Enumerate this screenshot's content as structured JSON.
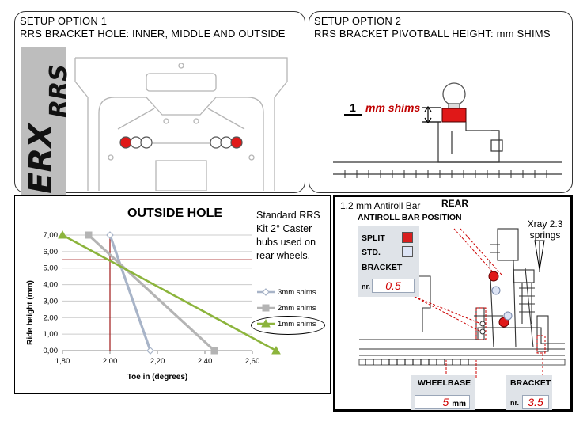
{
  "option1": {
    "title_line1": "SETUP OPTION 1",
    "title_line2": "RRS BRACKET HOLE: INNER, MIDDLE AND OUTSIDE",
    "logo_main": "ERX",
    "logo_sub": "RRS"
  },
  "option2": {
    "title_line1": "SETUP OPTION 2",
    "title_line2": "RRS BRACKET PIVOTBALL HEIGHT: mm SHIMS",
    "shim_value": "1",
    "shim_label": "mm shims"
  },
  "chart_note": "Standard RRS Kit 2° Caster hubs used on rear wheels.",
  "chart_data": {
    "type": "line",
    "title": "OUTSIDE HOLE",
    "xlabel": "Toe in (degrees)",
    "ylabel": "Ride height (mm)",
    "xlim": [
      1.8,
      2.6
    ],
    "ylim": [
      0,
      7
    ],
    "xticks": [
      "1,80",
      "2,00",
      "2,20",
      "2,40",
      "2,60"
    ],
    "yticks": [
      "0,00",
      "1,00",
      "2,00",
      "3,00",
      "4,00",
      "5,00",
      "6,00",
      "7,00"
    ],
    "series": [
      {
        "name": "3mm shims",
        "color": "#a8b4c8",
        "marker": "diamond",
        "points": [
          [
            2.0,
            7.0
          ],
          [
            2.17,
            0.0
          ]
        ]
      },
      {
        "name": "2mm shims",
        "color": "#b4b4b4",
        "marker": "square",
        "points": [
          [
            1.91,
            7.0
          ],
          [
            2.44,
            0.0
          ]
        ]
      },
      {
        "name": "1mm shims",
        "color": "#8cb43c",
        "marker": "triangle",
        "points": [
          [
            1.8,
            7.0
          ],
          [
            2.7,
            0.0
          ]
        ]
      }
    ],
    "reference": {
      "x": 2.0,
      "y": 5.5,
      "color": "#a01818"
    },
    "legend": "right"
  },
  "antiroll": {
    "title": "1.2 mm Antiroll Bar",
    "rear_label": "REAR",
    "position_label": "ANTIROLL BAR POSITION",
    "springs_label": "Xray 2.3 springs",
    "split": "SPLIT",
    "std": "STD.",
    "bracket": "BRACKET",
    "nr": "nr.",
    "bracket_value": "0.5",
    "wheelbase_label": "WHEELBASE",
    "wheelbase_value": "5",
    "wheelbase_unit": "mm",
    "bracket2_label": "BRACKET",
    "bracket2_value": "3.5",
    "split_color": "#d81e1e",
    "std_color": "#dde4f5"
  }
}
